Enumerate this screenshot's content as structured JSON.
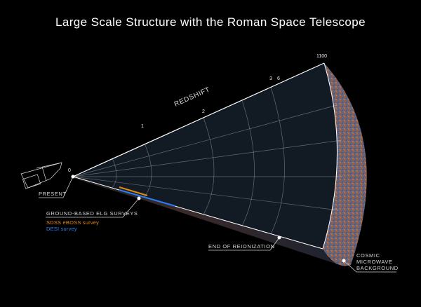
{
  "title": "Large Scale Structure with the Roman Space Telescope",
  "axis_label": "REDSHIFT",
  "redshift_ticks": [
    "0",
    "1",
    "2",
    "3",
    "6",
    "1100"
  ],
  "labels": {
    "present": "PRESENT",
    "ground_surveys": "GROUND-BASED ELG SURVEYS",
    "sdss": "SDSS eBOSS survey",
    "desi": "DESI survey",
    "reionization": "END OF REIONIZATION",
    "cmb": [
      "COSMIC",
      "MICROWAVE",
      "BACKGROUND"
    ]
  },
  "colors": {
    "sdss": "#e08a10",
    "desi": "#2a7cf0"
  }
}
